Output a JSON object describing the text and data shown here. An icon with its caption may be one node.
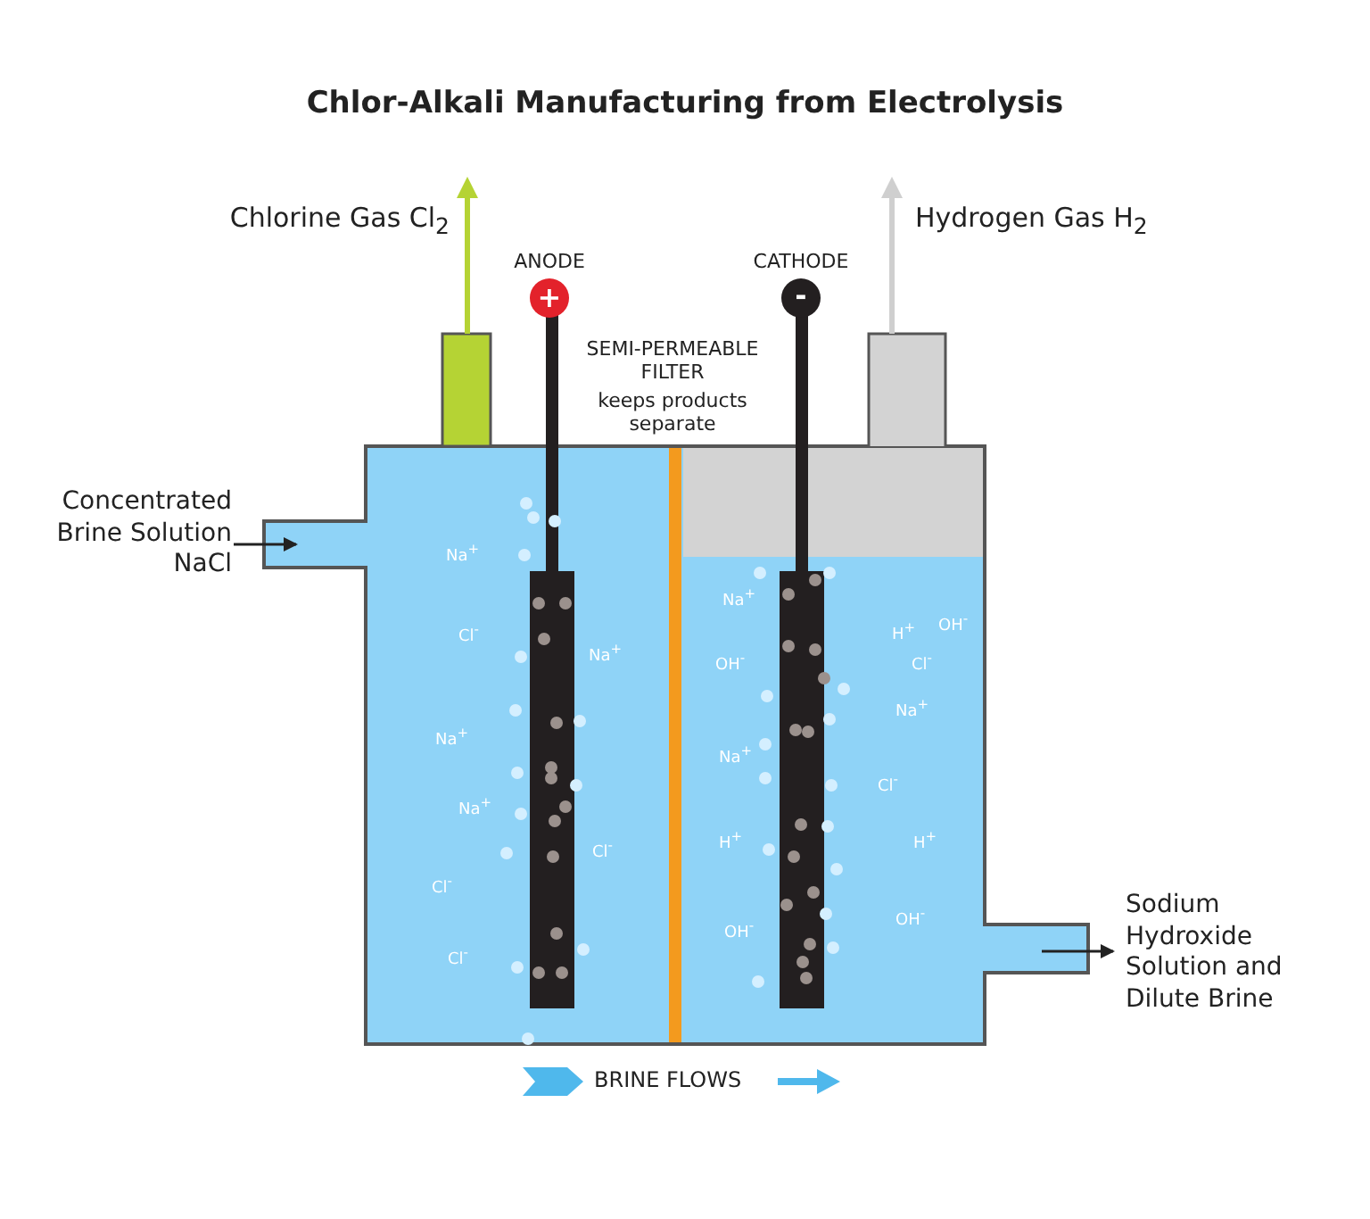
{
  "diagram": {
    "title": "Chlor-Alkali Manufacturing from Electrolysis",
    "labels": [
      "Chlorine Gas Cl$_{2}$",
      "Hydrogen Gas H$_{2}$",
      "ANODE",
      "CATHODE",
      "+",
      "-",
      "SEMI-PERMEABLE FILTER",
      "keeps products separate",
      "Concentrated Brine Solution NaCl",
      "Na$^{+}$",
      "Na$^{+}$",
      "OH$^{-}$",
      "H$^{+}$",
      "Cl$^{-}$",
      "Cl$^{-}$",
      "OH$^{-}$",
      "Na$^{+}$",
      "Na$^{+}$",
      "Na$^{+}$",
      "Cl$^{-}$",
      "Na$^{+}$",
      "Na$^{+}$",
      "H$^{+}$",
      "H$^{+}$",
      "Cl$^{-}$",
      "Cl$^{-}$",
      "OH$^{-}$",
      "OH$^{-}$",
      "Cl$^{-}$",
      "Sodium Hydroxide Solution and Dilute Brine",
      "BRINE FLOWS"
    ]
  }
}
